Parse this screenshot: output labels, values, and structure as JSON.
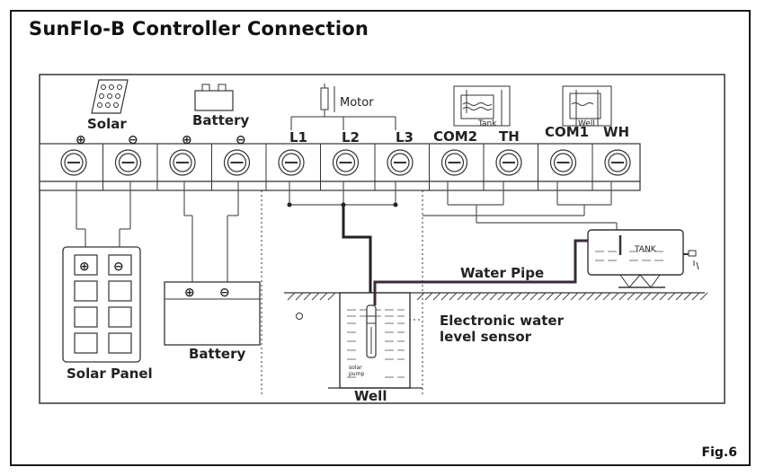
{
  "title": "SunFlo-B Controller Connection",
  "figure_label": "Fig.6",
  "top_labels": {
    "solar": "Solar",
    "battery": "Battery",
    "motor": "Motor",
    "l1": "L1",
    "l2": "L2",
    "l3": "L3",
    "com2": "COM2",
    "th": "TH",
    "com1": "COM1",
    "wh": "WH",
    "tank_small": "Tank",
    "well_small": "Well"
  },
  "polarity": {
    "plus": "⊕",
    "minus": "⊖"
  },
  "components": {
    "solar_panel": "Solar Panel",
    "battery": "Battery",
    "well": "Well",
    "tank": "TANK",
    "water_pipe": "Water Pipe",
    "sensor_line1": "Electronic water",
    "sensor_line2": "level sensor",
    "pump_line1": "solar",
    "pump_line2": "pump"
  },
  "terminal_count": 11
}
